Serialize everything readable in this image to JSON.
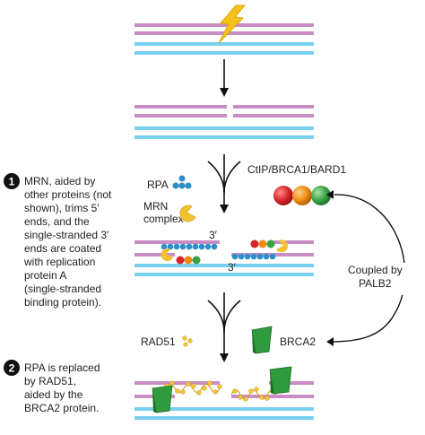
{
  "steps": [
    {
      "number": "1",
      "lines": [
        "MRN, aided by",
        "other proteins (not",
        "shown), trims 5′",
        "ends, and the",
        "single-stranded 3′",
        "ends are coated",
        "with replication",
        "protein A",
        "(single-stranded",
        "binding protein)."
      ]
    },
    {
      "number": "2",
      "lines": [
        "RPA is replaced",
        "by RAD51,",
        "aided by the",
        "BRCA2 protein."
      ]
    }
  ],
  "labels": {
    "rpa": "RPA",
    "mrn_line1": "MRN",
    "mrn_line2": "complex",
    "ctip": "CtIP/BRCA1/BARD1",
    "three_prime_top": "3′",
    "three_prime_bottom": "3′",
    "coupled_line1": "Coupled by",
    "coupled_line2": "PALB2",
    "rad51": "RAD51",
    "brca2": "BRCA2"
  },
  "colors": {
    "strand_purple": "#c98dc6",
    "strand_blue": "#79cff0",
    "rpa_blue": "#2d8fc8",
    "mrn_yellow": "#f2c12e",
    "ctip_red": "#d6242b",
    "ctip_orange": "#ee8a12",
    "ctip_green": "#3aa145",
    "brca2_green": "#2f9a3e",
    "rad51_yellow": "#f4c43a",
    "lightning": "#f5c21a"
  },
  "icons": [
    "lightning-bolt-icon",
    "down-arrow-icon",
    "step-1-badge",
    "step-2-badge"
  ]
}
